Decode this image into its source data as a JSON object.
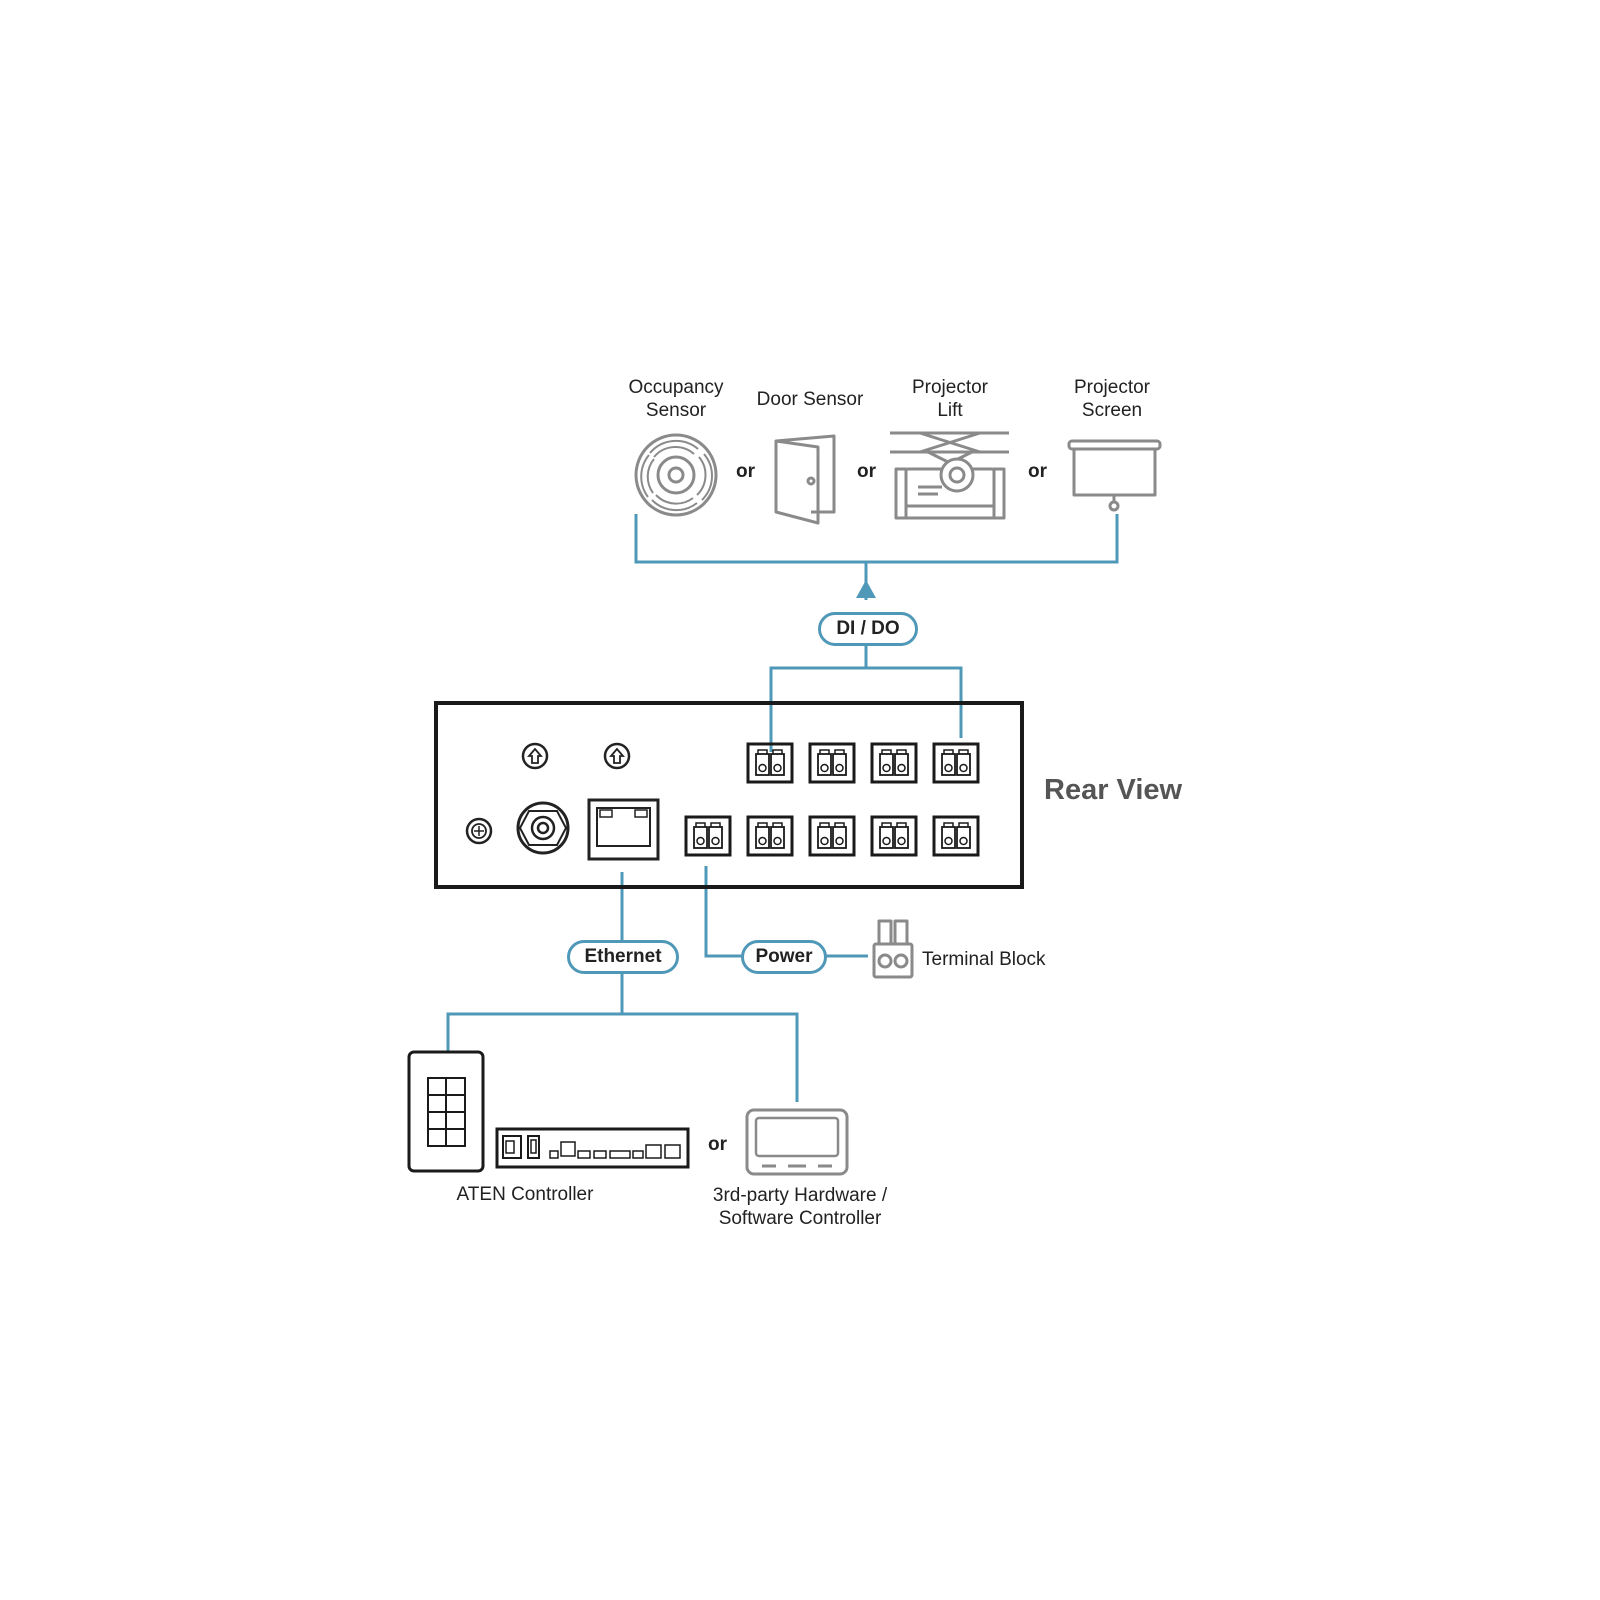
{
  "devices": {
    "occupancy_sensor": "Occupancy\nSensor",
    "door_sensor": "Door Sensor",
    "projector_lift": "Projector\nLift",
    "projector_screen": "Projector\nScreen",
    "terminal_block": "Terminal Block",
    "aten_controller": "ATEN Controller",
    "third_party_controller": "3rd-party Hardware /\nSoftware Controller"
  },
  "connectors": {
    "or": "or",
    "di_do": "DI / DO",
    "ethernet": "Ethernet",
    "power": "Power"
  },
  "rear_view_label": "Rear View",
  "colors": {
    "cable": "#4f98b8",
    "device_outline": "#8a8a8a",
    "unit_outline": "#1a1a1a",
    "rear_view_text": "#555555"
  }
}
